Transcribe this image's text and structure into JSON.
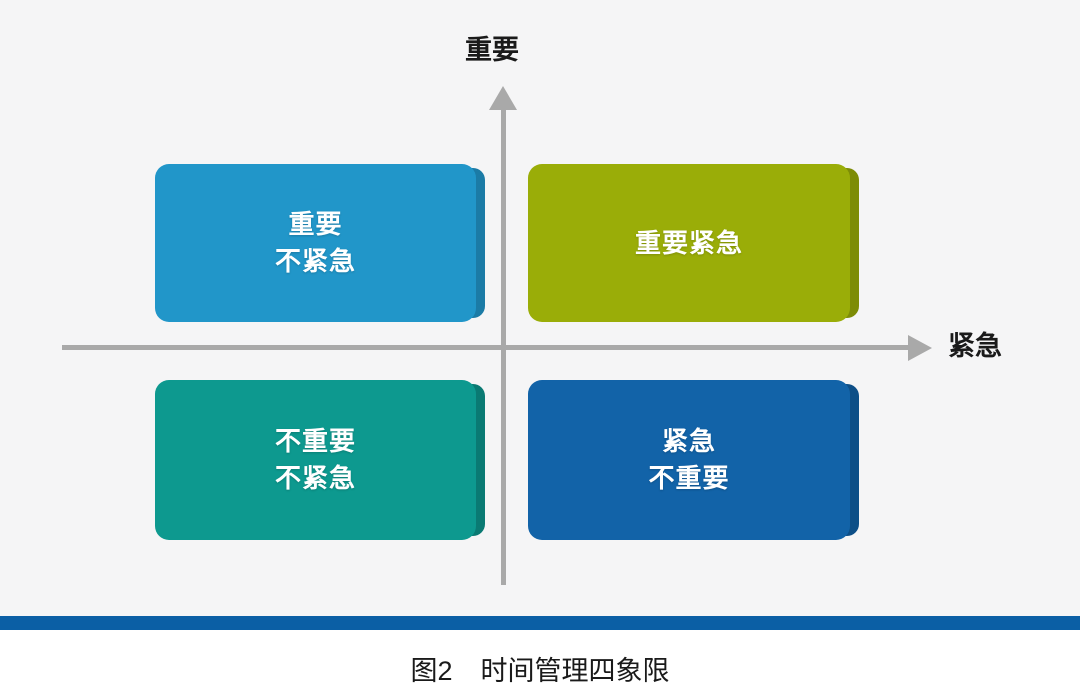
{
  "figure": {
    "background_color": "#f5f5f6",
    "caption_number": "图2",
    "caption_title": "时间管理四象限",
    "rule_color": "#0b5fa5"
  },
  "axes": {
    "color": "#a9a9a9",
    "vertical": {
      "label": "重要",
      "direction": "up",
      "arrow_icon": "arrow-up-icon"
    },
    "horizontal": {
      "label": "紧急",
      "direction": "right",
      "arrow_icon": "arrow-right-icon"
    }
  },
  "quadrants": [
    {
      "id": "important-not-urgent",
      "position": "top-left",
      "line1": "重要",
      "line2": "不紧急",
      "fill": "#2196c9",
      "edge": "#1b7ba6",
      "text_color": "#ffffff"
    },
    {
      "id": "important-urgent",
      "position": "top-right",
      "line1": "重要紧急",
      "line2": "",
      "fill": "#9aad08",
      "edge": "#7d8c06",
      "text_color": "#ffffff"
    },
    {
      "id": "not-important-not-urgent",
      "position": "bottom-left",
      "line1": "不重要",
      "line2": "不紧急",
      "fill": "#0d998f",
      "edge": "#0a7a73",
      "text_color": "#ffffff"
    },
    {
      "id": "urgent-not-important",
      "position": "bottom-right",
      "line1": "紧急",
      "line2": "不重要",
      "fill": "#1263a8",
      "edge": "#0d4f87",
      "text_color": "#ffffff"
    }
  ],
  "chart_data": {
    "type": "diagram",
    "title": "时间管理四象限",
    "xlabel": "紧急",
    "ylabel": "重要",
    "categories": [
      "重要 不紧急",
      "重要紧急",
      "不重要 不紧急",
      "紧急 不重要"
    ]
  }
}
